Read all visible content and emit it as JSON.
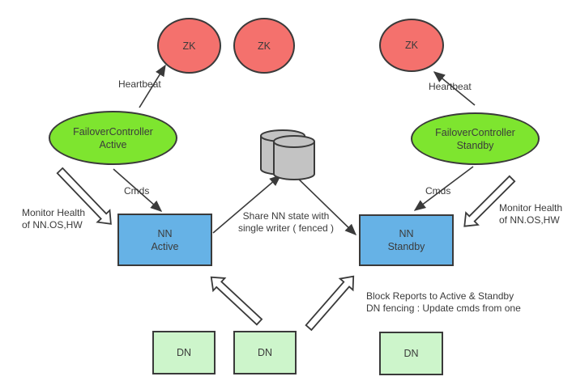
{
  "nodes": {
    "zk1": {
      "label": "ZK"
    },
    "zk2": {
      "label": "ZK"
    },
    "zk3": {
      "label": "ZK"
    },
    "fc_active": {
      "line1": "FailoverController",
      "line2": "Active"
    },
    "fc_standby": {
      "line1": "FailoverController",
      "line2": "Standby"
    },
    "nn_active": {
      "line1": "NN",
      "line2": "Active"
    },
    "nn_standby": {
      "line1": "NN",
      "line2": "Standby"
    },
    "dn1": {
      "label": "DN"
    },
    "dn2": {
      "label": "DN"
    },
    "dn3": {
      "label": "DN"
    },
    "shared_storage": {
      "icon": "database-cylinders-icon"
    }
  },
  "labels": {
    "heartbeat_left": "Heartbeat",
    "heartbeat_right": "Heartbeat",
    "cmds_left": "Cmds",
    "cmds_right": "Cmds",
    "monitor_health_left": {
      "line1": "Monitor Health",
      "line2": "of NN.OS,HW"
    },
    "monitor_health_right": {
      "line1": "Monitor Health",
      "line2": "of NN.OS,HW"
    },
    "share_state": {
      "line1": "Share NN state with",
      "line2": "single writer ( fenced )"
    },
    "block_reports": {
      "line1": "Block Reports to Active & Standby",
      "line2": "DN fencing : Update cmds from one"
    }
  },
  "colors": {
    "zk_fill": "#f4716d",
    "fc_fill": "#7ee52f",
    "nn_fill": "#66b2e6",
    "dn_fill": "#cdf5cb",
    "cylinder_fill": "#c3c3c3",
    "stroke": "#3a3a3a",
    "text": "#3b3b3b",
    "background": "#ffffff"
  }
}
